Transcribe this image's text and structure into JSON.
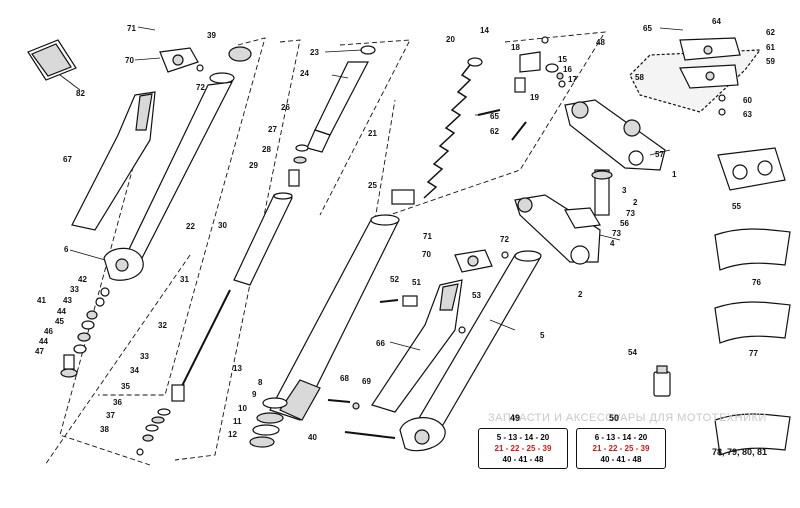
{
  "watermark": "ЗАПЧАСТИ И АКСЕССУАРЫ ДЛЯ МОТОТЕХНИКИ",
  "kit_49": {
    "number": "49",
    "line1": "5 - 13 - 14 - 20",
    "line2": "21 - 22 - 25 - 39",
    "line3": "40 - 41 - 48"
  },
  "kit_50": {
    "number": "50",
    "line1": "6 - 13 - 14 - 20",
    "line2": "21 - 22 - 25 - 39",
    "line3": "40 - 41 - 48"
  },
  "bottom_label": "78, 79, 80, 81",
  "part_labels": [
    {
      "id": "p71a",
      "text": "71"
    },
    {
      "id": "p39",
      "text": "39"
    },
    {
      "id": "p70a",
      "text": "70"
    },
    {
      "id": "p72a",
      "text": "72"
    },
    {
      "id": "p82",
      "text": "82"
    },
    {
      "id": "p67",
      "text": "67"
    },
    {
      "id": "p6",
      "text": "6"
    },
    {
      "id": "p42",
      "text": "42"
    },
    {
      "id": "p33a",
      "text": "33"
    },
    {
      "id": "p41",
      "text": "41"
    },
    {
      "id": "p43",
      "text": "43"
    },
    {
      "id": "p44a",
      "text": "44"
    },
    {
      "id": "p45",
      "text": "45"
    },
    {
      "id": "p46",
      "text": "46"
    },
    {
      "id": "p44b",
      "text": "44"
    },
    {
      "id": "p47",
      "text": "47"
    },
    {
      "id": "p23",
      "text": "23"
    },
    {
      "id": "p24",
      "text": "24"
    },
    {
      "id": "p26",
      "text": "26"
    },
    {
      "id": "p27",
      "text": "27"
    },
    {
      "id": "p28",
      "text": "28"
    },
    {
      "id": "p29",
      "text": "29"
    },
    {
      "id": "p22",
      "text": "22"
    },
    {
      "id": "p30",
      "text": "30"
    },
    {
      "id": "p31",
      "text": "31"
    },
    {
      "id": "p32",
      "text": "32"
    },
    {
      "id": "p33b",
      "text": "33"
    },
    {
      "id": "p34",
      "text": "34"
    },
    {
      "id": "p35",
      "text": "35"
    },
    {
      "id": "p36",
      "text": "36"
    },
    {
      "id": "p37",
      "text": "37"
    },
    {
      "id": "p38",
      "text": "38"
    },
    {
      "id": "p13",
      "text": "13"
    },
    {
      "id": "p8",
      "text": "8"
    },
    {
      "id": "p9",
      "text": "9"
    },
    {
      "id": "p10",
      "text": "10"
    },
    {
      "id": "p11",
      "text": "11"
    },
    {
      "id": "p12",
      "text": "12"
    },
    {
      "id": "p20",
      "text": "20"
    },
    {
      "id": "p21",
      "text": "21"
    },
    {
      "id": "p25",
      "text": "25"
    },
    {
      "id": "p14",
      "text": "14"
    },
    {
      "id": "p18",
      "text": "18"
    },
    {
      "id": "p48",
      "text": "48"
    },
    {
      "id": "p15",
      "text": "15"
    },
    {
      "id": "p16",
      "text": "16"
    },
    {
      "id": "p17",
      "text": "17"
    },
    {
      "id": "p19",
      "text": "19"
    },
    {
      "id": "p65a",
      "text": "65"
    },
    {
      "id": "p62a",
      "text": "62"
    },
    {
      "id": "p65b",
      "text": "65"
    },
    {
      "id": "p64",
      "text": "64"
    },
    {
      "id": "p62b",
      "text": "62"
    },
    {
      "id": "p61",
      "text": "61"
    },
    {
      "id": "p58",
      "text": "58"
    },
    {
      "id": "p59",
      "text": "59"
    },
    {
      "id": "p60",
      "text": "60"
    },
    {
      "id": "p63",
      "text": "63"
    },
    {
      "id": "p57",
      "text": "57"
    },
    {
      "id": "p1",
      "text": "1"
    },
    {
      "id": "p3",
      "text": "3"
    },
    {
      "id": "p2a",
      "text": "2"
    },
    {
      "id": "p73a",
      "text": "73"
    },
    {
      "id": "p56",
      "text": "56"
    },
    {
      "id": "p73b",
      "text": "73"
    },
    {
      "id": "p4",
      "text": "4"
    },
    {
      "id": "p2b",
      "text": "2"
    },
    {
      "id": "p55",
      "text": "55"
    },
    {
      "id": "p76",
      "text": "76"
    },
    {
      "id": "p77",
      "text": "77"
    },
    {
      "id": "p71b",
      "text": "71"
    },
    {
      "id": "p72b",
      "text": "72"
    },
    {
      "id": "p70b",
      "text": "70"
    },
    {
      "id": "p52",
      "text": "52"
    },
    {
      "id": "p51",
      "text": "51"
    },
    {
      "id": "p53",
      "text": "53"
    },
    {
      "id": "p5",
      "text": "5"
    },
    {
      "id": "p66",
      "text": "66"
    },
    {
      "id": "p68",
      "text": "68"
    },
    {
      "id": "p69",
      "text": "69"
    },
    {
      "id": "p40",
      "text": "40"
    },
    {
      "id": "p54",
      "text": "54"
    }
  ]
}
